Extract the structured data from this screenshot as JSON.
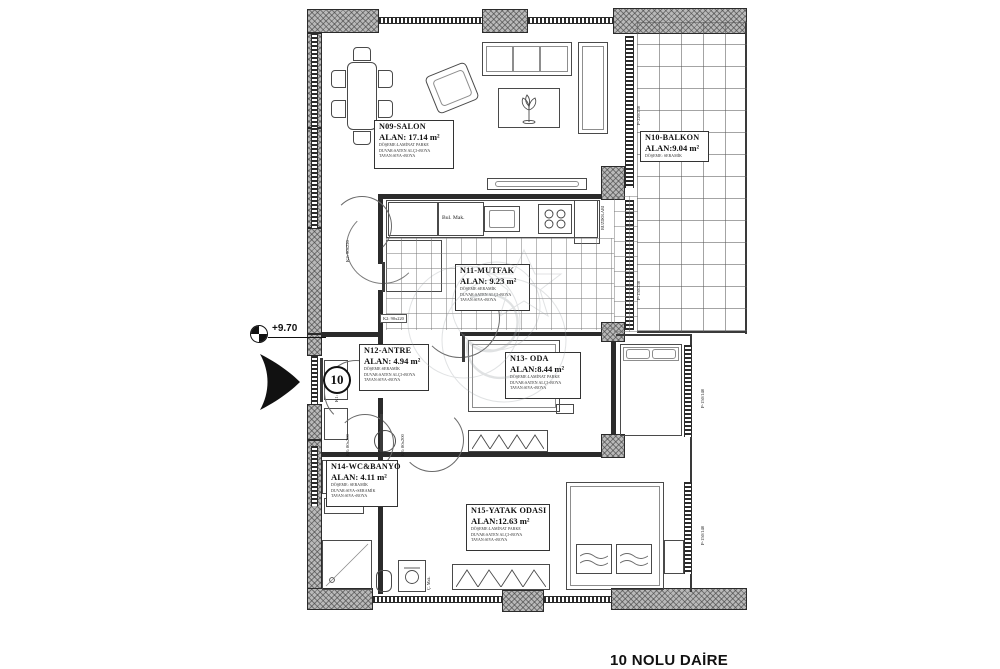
{
  "document": {
    "type": "architectural-floor-plan",
    "caption": "10 NOLU DAİRE",
    "elevation": "+9.70",
    "door_number": "10"
  },
  "rooms": [
    {
      "id": "n09",
      "name": "N09-SALON",
      "area": "ALAN: 17.14 m²",
      "spec1": "DÖŞEME:LAMİNAT PARKE",
      "spec2": "DUVAR:SATEN ALÇI+BOYA",
      "spec3": "TAVAN:SIVA+BOYA"
    },
    {
      "id": "n10",
      "name": "N10-BALKON",
      "area": "ALAN:9.04 m²",
      "spec1": "DÖŞEME: SERAMİK",
      "spec2": "",
      "spec3": ""
    },
    {
      "id": "n11",
      "name": "N11-MUTFAK",
      "area": "ALAN: 9.23 m²",
      "spec1": "DÖŞEME:SERAMİK",
      "spec2": "DUVAR:SATEN ALÇI+BOYA",
      "spec3": "TAVAN:SIVA+BOYA"
    },
    {
      "id": "n12",
      "name": "N12-ANTRE",
      "area": "ALAN: 4.94 m²",
      "spec1": "DÖŞEME:SERAMİK",
      "spec2": "DUVAR:SATEN ALÇI+BOYA",
      "spec3": "TAVAN:SIVA+BOYA"
    },
    {
      "id": "n13",
      "name": "N13- ODA",
      "area": "ALAN:8.44 m²",
      "spec1": "DÖŞEME:LAMİNAT PARKE",
      "spec2": "DUVAR:SATEN ALÇI+BOYA",
      "spec3": "TAVAN:SIVA+BOYA"
    },
    {
      "id": "n14",
      "name": "N14-WC&BANYO",
      "area": "ALAN: 4.11 m²",
      "spec1": "DÖŞEME: SERAMİK",
      "spec2": "DUVAR:SIVA+SERAMİK",
      "spec3": "TAVAN:SIVA+BOYA"
    },
    {
      "id": "n15",
      "name": "N15-YATAK ODASI",
      "area": "ALAN:12.63 m²",
      "spec1": "DÖŞEME:LAMİNAT PARKE",
      "spec2": "DUVAR:SATEN ALÇI+BOYA",
      "spec3": "TAVAN:SIVA+BOYA"
    }
  ],
  "openings": {
    "balcony_door_code": "P-220/230",
    "kitchen_window_code": "P-150/230",
    "room_window_code": "P-150/140",
    "bedroom_window_code": "P-150/140",
    "kitchen_door_code": "K2: 90x220",
    "entry_door_code": "K1: 100/220",
    "bath_door_code": "K3: 80x200",
    "room_door_code": "K3: 80x200",
    "salon_door_code": "K2: 90x220"
  },
  "annotations": {
    "dishwasher": "Bul. Mak.",
    "fridge": "BUZDOLABI",
    "washer": "Ç. Mak."
  },
  "colors": {
    "wall_hatch": "#b9b9b9",
    "line": "#2b2b2b",
    "paper": "#ffffff",
    "label_border": "#333333"
  }
}
